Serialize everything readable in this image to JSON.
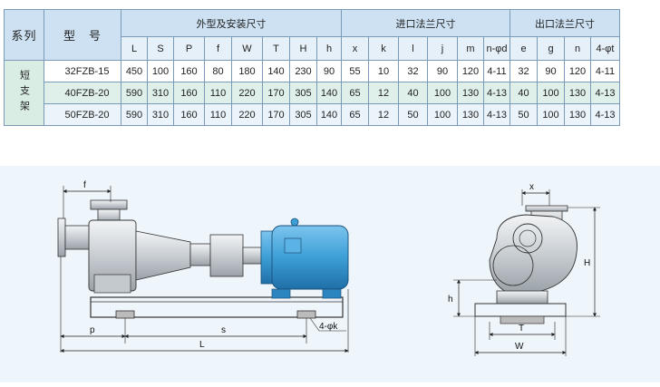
{
  "table": {
    "series_header": "系列",
    "model_header": "型　号",
    "groups": [
      "外型及安装尺寸",
      "进口法兰尺寸",
      "出口法兰尺寸"
    ],
    "columns": [
      "L",
      "S",
      "P",
      "f",
      "W",
      "T",
      "H",
      "h",
      "x",
      "k",
      "l",
      "j",
      "m",
      "n-φd",
      "e",
      "g",
      "n",
      "4-φt"
    ],
    "series_name": "短支架",
    "rows": [
      {
        "model": "32FZB-15",
        "values": [
          "450",
          "100",
          "160",
          "80",
          "180",
          "140",
          "230",
          "90",
          "55",
          "10",
          "32",
          "90",
          "120",
          "4-11",
          "32",
          "90",
          "120",
          "4-11"
        ]
      },
      {
        "model": "40FZB-20",
        "values": [
          "590",
          "310",
          "160",
          "110",
          "220",
          "170",
          "305",
          "140",
          "65",
          "12",
          "40",
          "100",
          "130",
          "4-13",
          "40",
          "100",
          "130",
          "4-13"
        ]
      },
      {
        "model": "50FZB-20",
        "values": [
          "590",
          "310",
          "160",
          "110",
          "220",
          "170",
          "305",
          "140",
          "65",
          "12",
          "50",
          "100",
          "130",
          "4-13",
          "50",
          "100",
          "130",
          "4-13"
        ]
      }
    ]
  },
  "diagram": {
    "labels": {
      "f": "f",
      "p": "p",
      "s": "s",
      "L": "L",
      "bolt": "4-φk",
      "x": "x",
      "H": "H",
      "h": "h",
      "T": "T",
      "W": "W"
    },
    "colors": {
      "motor": "#3d9fd6",
      "pump": "#cfd4d8",
      "line": "#333333"
    }
  }
}
